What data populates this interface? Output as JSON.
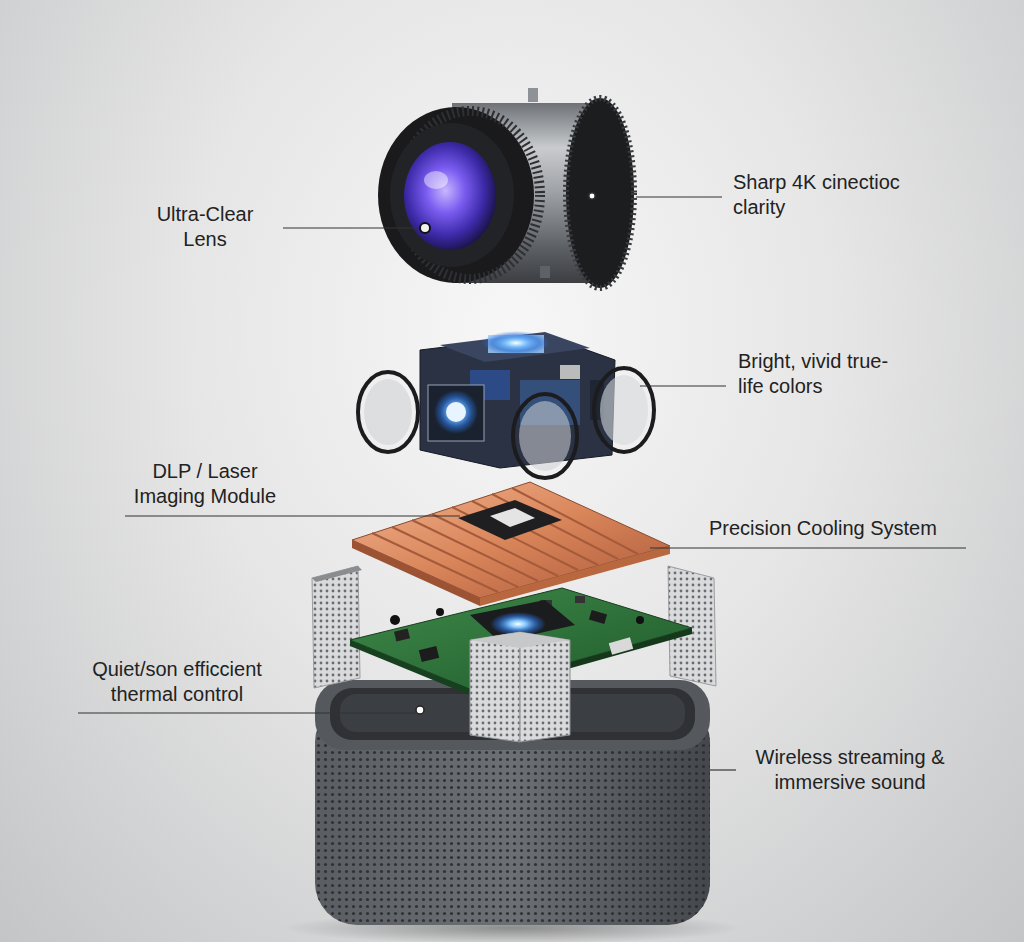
{
  "diagram": {
    "labels": [
      "Ultra-Clear Lens",
      "Sharp 4K cinectioc clarity",
      "Bright, vivid true-life colors",
      "DLP / Laser Imaging Module",
      "Precision Cooling System",
      "Quiet/son efficcient thermal control",
      "Wireless streaming & immersive sound"
    ]
  }
}
